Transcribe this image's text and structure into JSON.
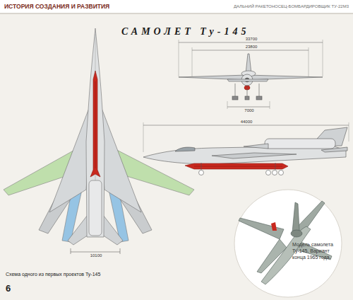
{
  "diagram": {
    "title": "САМОЛЕТ Ту-145",
    "caption": "Схема одного из первых проектов Ту-145",
    "nodes": [
      {
        "text": [
          "Модель самолета Ту-145. Вариант конца 1965 года."
        ]
      }
    ],
    "labels": [
      "ИСТОРИЯ СОЗДАНИЯ И РАЗВИТИЯ",
      "ДАЛЬНИЙ РАКЕТОНОСЕЦ-БОМБАРДИРОВЩИК ТУ-22М3",
      "33700",
      "23800",
      "7000",
      "44000",
      "10100",
      "6"
    ]
  }
}
